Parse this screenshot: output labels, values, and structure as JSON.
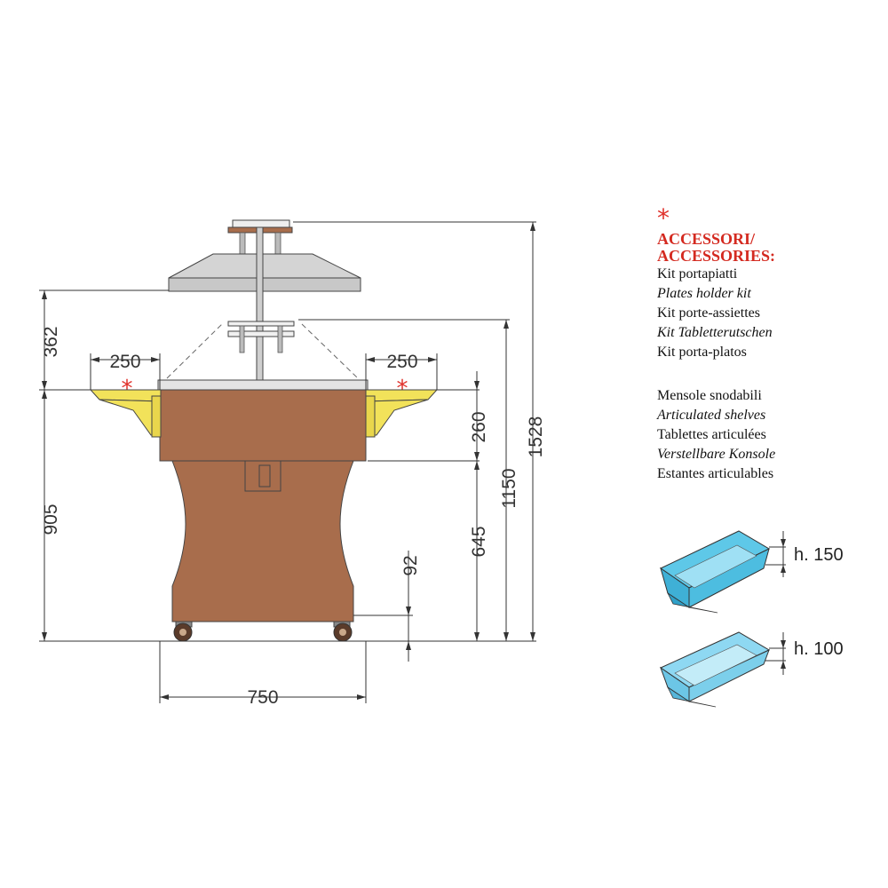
{
  "drawing": {
    "dimensions": {
      "top_section": "362",
      "left_shelf": "250",
      "right_shelf": "250",
      "upper_body": "260",
      "height_905": "905",
      "height_645": "645",
      "wheel": "92",
      "height_1150": "1150",
      "total_height": "1528",
      "width": "750"
    },
    "colors": {
      "body": "#a86d4c",
      "shelf": "#f2e25a",
      "canopy": "#d4d4d4",
      "pan": "#5ec8e8",
      "accent": "#e0302a"
    }
  },
  "legend": {
    "marker": "*",
    "heading_line1": "ACCESSORI/",
    "heading_line2": "ACCESSORIES:",
    "kit": [
      "Kit portapiatti",
      "Plates holder kit",
      "Kit porte-assiettes",
      "Kit Tabletterutschen",
      "Kit porta-platos"
    ],
    "shelves": [
      "Mensole snodabili",
      "Articulated shelves",
      "Tablettes articulées",
      "Verstellbare Konsole",
      "Estantes articulables"
    ]
  },
  "pans": {
    "deep_label": "h. 150",
    "shallow_label": "h. 100"
  }
}
